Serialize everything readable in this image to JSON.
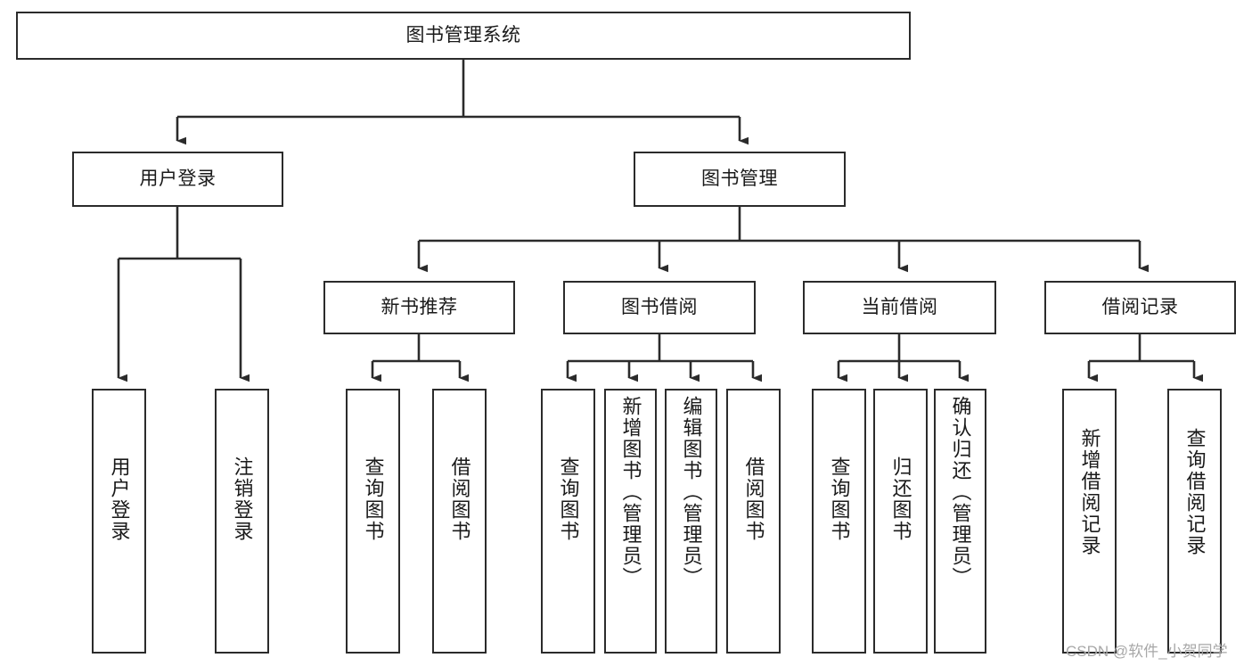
{
  "diagram": {
    "type": "tree-hierarchy",
    "title": "图书管理系统",
    "root": {
      "id": "root",
      "label": "图书管理系统"
    },
    "level2": [
      {
        "id": "user-login",
        "label": "用户登录"
      },
      {
        "id": "book-manage",
        "label": "图书管理"
      }
    ],
    "level3": [
      {
        "id": "new-book-recommend",
        "label": "新书推荐",
        "parent": "book-manage"
      },
      {
        "id": "book-borrow",
        "label": "图书借阅",
        "parent": "book-manage"
      },
      {
        "id": "current-borrow",
        "label": "当前借阅",
        "parent": "book-manage"
      },
      {
        "id": "borrow-record",
        "label": "借阅记录",
        "parent": "book-manage"
      }
    ],
    "leaves": [
      {
        "id": "leaf-user-login",
        "label": "用户登录",
        "parent": "user-login"
      },
      {
        "id": "leaf-user-logout",
        "label": "注销登录",
        "parent": "user-login"
      },
      {
        "id": "leaf-query-book-1",
        "label": "查询图书",
        "parent": "new-book-recommend"
      },
      {
        "id": "leaf-borrow-book-1",
        "label": "借阅图书",
        "parent": "new-book-recommend"
      },
      {
        "id": "leaf-query-book-2",
        "label": "查询图书",
        "parent": "book-borrow"
      },
      {
        "id": "leaf-add-book",
        "label": "新增图书（管理员）",
        "parent": "book-borrow"
      },
      {
        "id": "leaf-edit-book",
        "label": "编辑图书（管理员）",
        "parent": "book-borrow"
      },
      {
        "id": "leaf-borrow-book-2",
        "label": "借阅图书",
        "parent": "book-borrow"
      },
      {
        "id": "leaf-query-book-3",
        "label": "查询图书",
        "parent": "current-borrow"
      },
      {
        "id": "leaf-return-book",
        "label": "归还图书",
        "parent": "current-borrow"
      },
      {
        "id": "leaf-confirm-return",
        "label": "确认归还（管理员）",
        "parent": "current-borrow"
      },
      {
        "id": "leaf-add-record",
        "label": "新增借阅记录",
        "parent": "borrow-record"
      },
      {
        "id": "leaf-query-record",
        "label": "查询借阅记录",
        "parent": "borrow-record"
      }
    ],
    "colors": {
      "stroke": "#2b2b2b",
      "fill": "#ffffff",
      "text": "#1a1a1a",
      "watermark": "#a8a8a8"
    }
  },
  "watermark": {
    "text": "CSDN @软件_小贺同学"
  }
}
